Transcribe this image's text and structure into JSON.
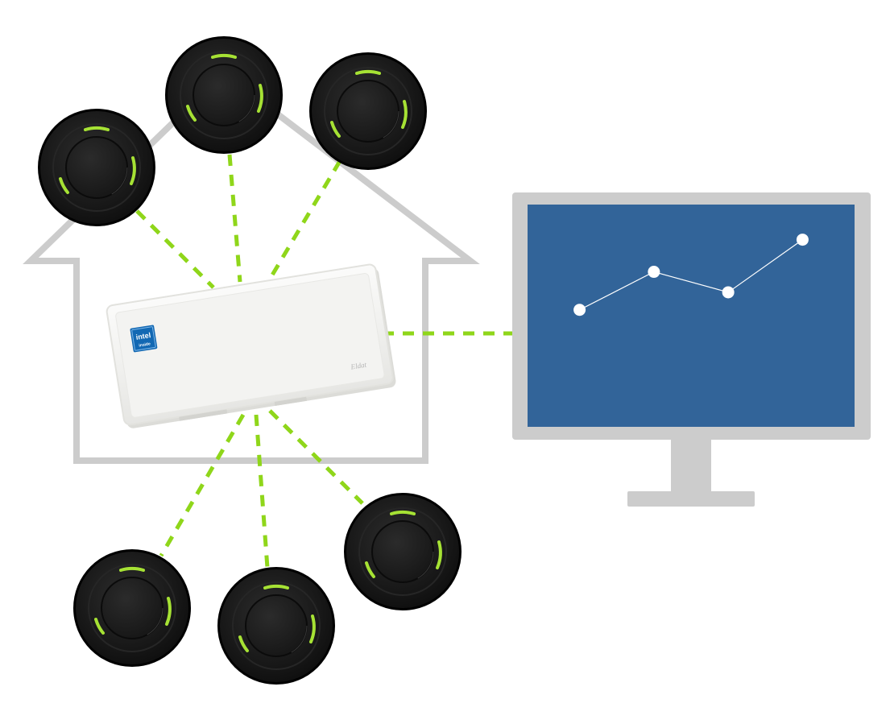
{
  "gateway": {
    "logo_brand": "intel",
    "logo_sub": "inside",
    "maker": "Eldat"
  },
  "sensor_count": 6,
  "colors": {
    "house_outline": "#cccccc",
    "link_dash": "#8fd61a",
    "monitor_frame": "#cccccc",
    "screen": "#326499",
    "sensor_body": "#141414",
    "sensor_led": "#a6e234",
    "gateway_body": "#f2f2f0",
    "intel_blue": "#1268b3"
  },
  "chart_data": {
    "type": "line",
    "title": "",
    "xlabel": "",
    "ylabel": "",
    "x": [
      1,
      2,
      3,
      4
    ],
    "y": [
      1.0,
      2.3,
      1.6,
      3.4
    ],
    "xlim": [
      0.3,
      4.7
    ],
    "ylim": [
      -3.0,
      4.6
    ],
    "grid": false,
    "legend": "none"
  }
}
